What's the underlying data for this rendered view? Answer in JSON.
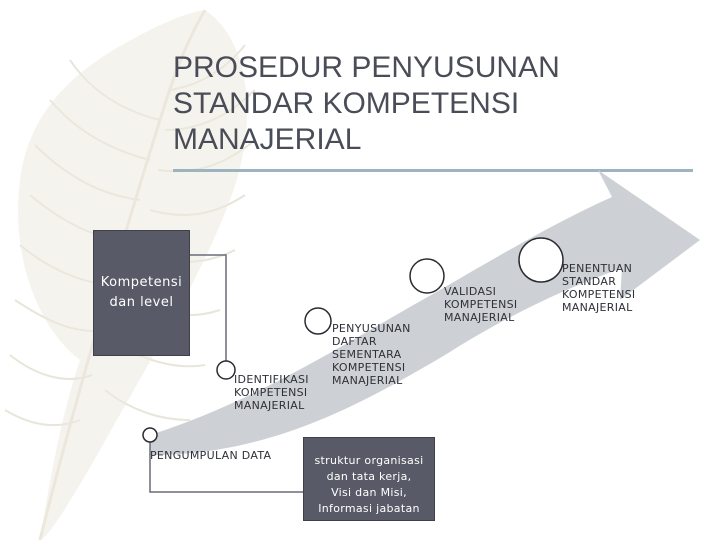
{
  "title": {
    "line1": "PROSEDUR PENYUSUNAN",
    "line2": "STANDAR KOMPETENSI",
    "line3": "MANAJERIAL"
  },
  "boxes": {
    "kompetensi": {
      "line1": "Kompetensi",
      "line2": "dan level"
    },
    "struktur": {
      "line1": "struktur organisasi",
      "line2": "dan tata kerja,",
      "line3": "Visi dan Misi,",
      "line4": "Informasi jabatan"
    }
  },
  "steps": [
    {
      "line1": "PENGUMPULAN DATA"
    },
    {
      "line1": "IDENTIFIKASI",
      "line2": "KOMPETENSI",
      "line3": "MANAJERIAL"
    },
    {
      "line1": "PENYUSUNAN",
      "line2": "DAFTAR",
      "line3": "SEMENTARA",
      "line4": "KOMPETENSI",
      "line5": "MANAJERIAL"
    },
    {
      "line1": "VALIDASI",
      "line2": "KOMPETENSI",
      "line3": "MANAJERIAL"
    },
    {
      "line1": "PENENTUAN",
      "line2": "STANDAR",
      "line3": "KOMPETENSI",
      "line4": "MANAJERIAL"
    }
  ],
  "colors": {
    "box_fill": "#585b67",
    "arrow_fill": "#cfd1d6",
    "title_rule": "#9db4c0",
    "feather": "#e3e0d3"
  }
}
